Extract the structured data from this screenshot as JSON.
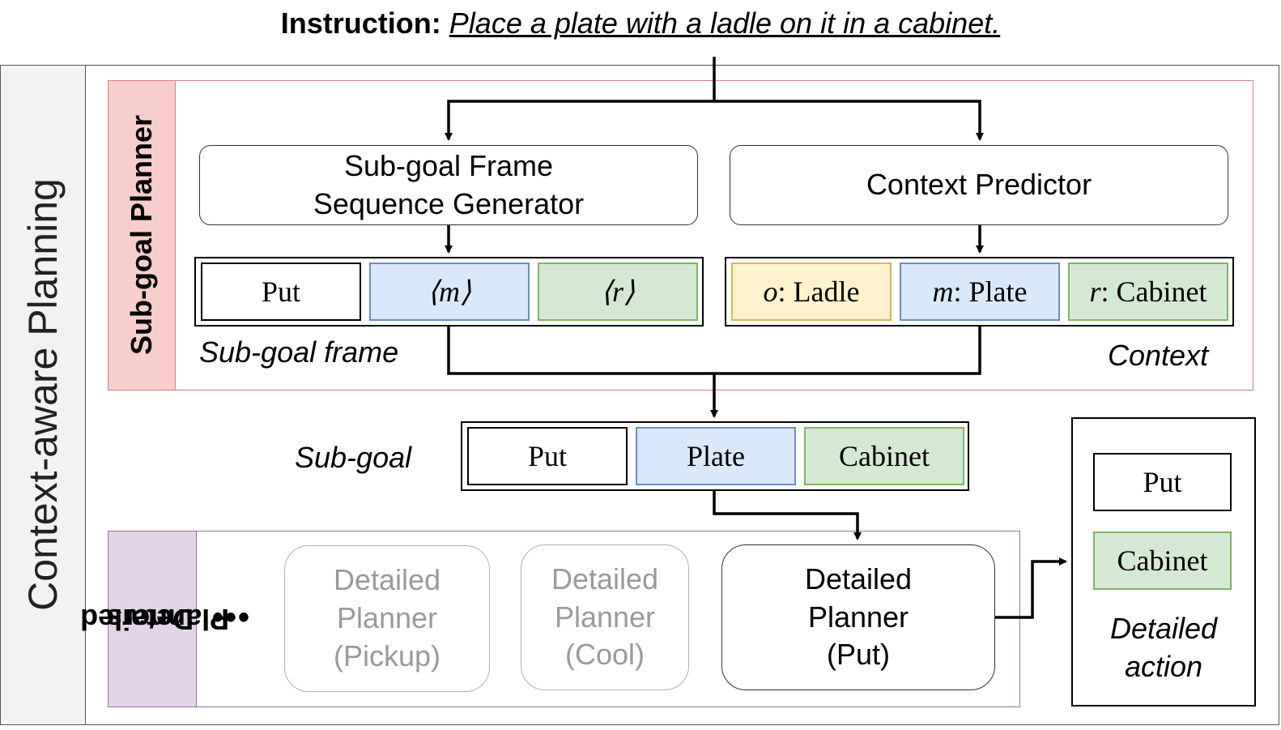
{
  "instruction": {
    "label": "Instruction:",
    "text": "Place a plate with a ladle on it in a cabinet."
  },
  "outer": {
    "title": "Context-aware Planning"
  },
  "subgoal_planner": {
    "title": "Sub-goal Planner",
    "frame_generator": {
      "line1": "Sub-goal Frame",
      "line2": "Sequence Generator"
    },
    "context_predictor": "Context Predictor",
    "frame": {
      "caption": "Sub-goal frame",
      "action": "Put",
      "slot_m": "⟨m⟩",
      "slot_r": "⟨r⟩"
    },
    "context": {
      "caption": "Context",
      "o": {
        "var": "o",
        "value": ": Ladle"
      },
      "m": {
        "var": "m",
        "value": ": Plate"
      },
      "r": {
        "var": "r",
        "value": ": Cabinet"
      }
    }
  },
  "subgoal": {
    "caption": "Sub-goal",
    "action": "Put",
    "object": "Plate",
    "target": "Cabinet"
  },
  "detailed_planners": {
    "title_line1": "Detailed",
    "title_line2": "Planners",
    "ellipsis": "•••",
    "pickup": {
      "l1": "Detailed",
      "l2": "Planner",
      "l3": "(Pickup)"
    },
    "cool": {
      "l1": "Detailed",
      "l2": "Planner",
      "l3": "(Cool)"
    },
    "put": {
      "l1": "Detailed",
      "l2": "Planner",
      "l3": "(Put)"
    }
  },
  "detailed_action": {
    "action": "Put",
    "target": "Cabinet",
    "caption_l1": "Detailed",
    "caption_l2": "action"
  },
  "colors": {
    "red_band": "#f8cecc",
    "purple_band": "#e1d5e7",
    "blue": "#dae8fc",
    "green": "#d5e8d4",
    "yellow": "#fff2cc"
  }
}
